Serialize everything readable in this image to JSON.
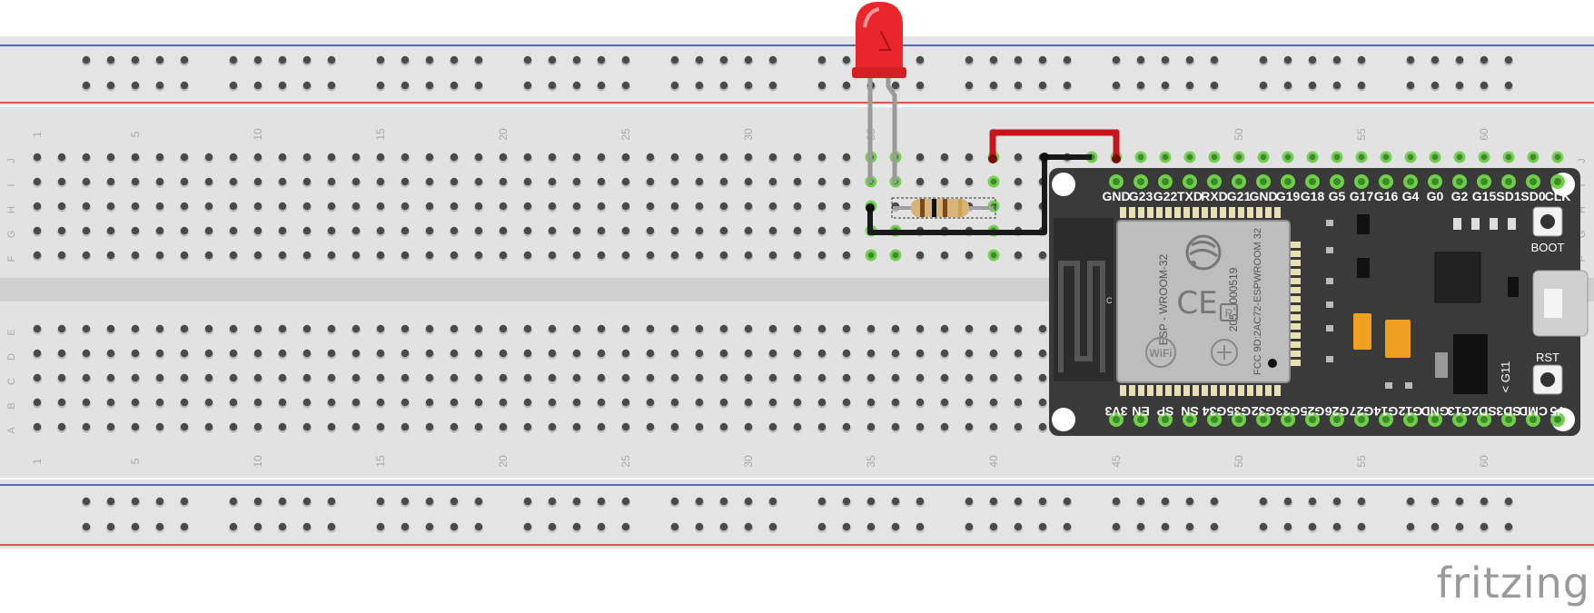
{
  "watermark": "fritzing",
  "breadboard": {
    "columns": 63,
    "top_row_letters": [
      "J",
      "I",
      "H",
      "G",
      "F"
    ],
    "bottom_row_letters": [
      "E",
      "D",
      "C",
      "B",
      "A"
    ],
    "column_labels": [
      "1",
      "5",
      "10",
      "15",
      "20",
      "25",
      "30",
      "35",
      "40",
      "45",
      "50",
      "55",
      "60"
    ]
  },
  "esp32": {
    "top_pins": [
      "GND",
      "G23",
      "G22",
      "TXD",
      "RXD",
      "G21",
      "GND",
      "G19",
      "G18",
      "G5",
      "G17",
      "G16",
      "G4",
      "G0",
      "G2",
      "G15",
      "SD1",
      "SD0",
      "CLK"
    ],
    "bottom_pins": [
      "3V3",
      "EN",
      "SP",
      "SN",
      "G34",
      "G35",
      "G32",
      "G33",
      "G25",
      "G26",
      "G27",
      "G14",
      "G12",
      "GND",
      "G13",
      "SD2",
      "SD3",
      "CMD",
      "V5"
    ],
    "module_text_1": "ESP - WROOM-32",
    "module_text_2": "205 - 000519",
    "module_text_3": "FCC 9D:2AC72-ESPWROOM 32",
    "wifi_label": "WiFi",
    "ce_label": "CE",
    "r_label": "R",
    "boot_label": "BOOT",
    "rst_label": "RST",
    "g11_label": "< G11",
    "c_label": "C"
  },
  "colors": {
    "board": "#e2e2e2",
    "rail_blue": "#2a3ab8",
    "rail_red": "#d42a2a",
    "esp_board": "#3a3a3a",
    "led": "#e8262b",
    "wire_red": "#c7161b",
    "wire_black": "#1a1a1a",
    "highlight": "#6fcf4a"
  }
}
